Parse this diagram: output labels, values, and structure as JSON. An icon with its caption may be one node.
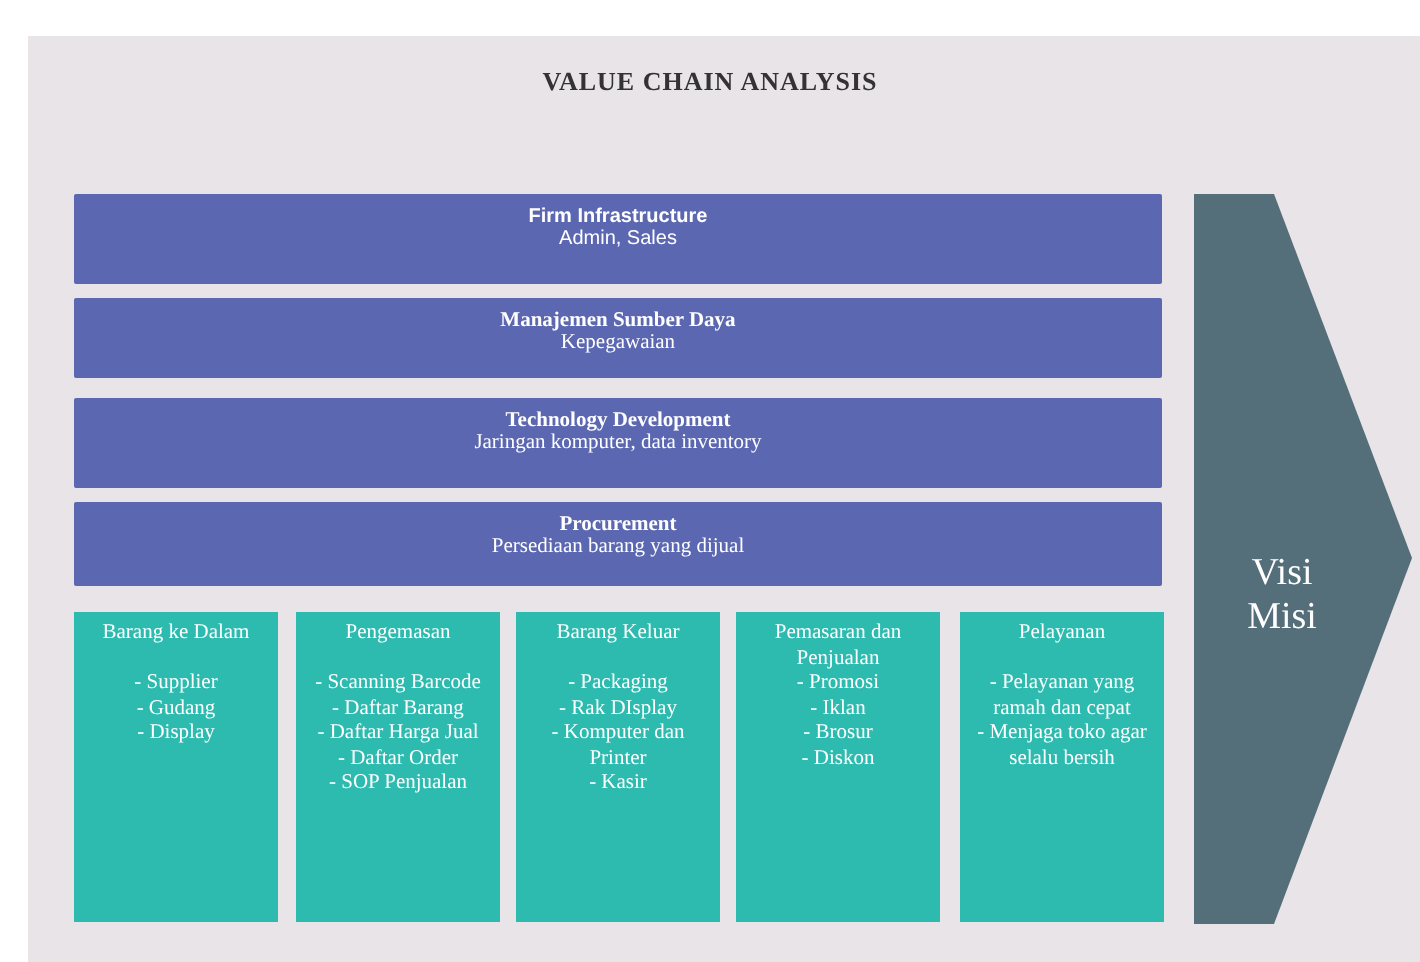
{
  "diagram": {
    "title": "VALUE CHAIN ANALYSIS",
    "nodes": [
      {
        "text": [
          "Firm Infrastructure",
          "Admin, Sales"
        ]
      },
      {
        "text": [
          "Manajemen Sumber Daya",
          "Kepegawaian"
        ]
      },
      {
        "text": [
          "Technology  Development",
          "Jaringan komputer, data inventory"
        ]
      },
      {
        "text": [
          "Procurement",
          "Persediaan barang yang dijual"
        ]
      },
      {
        "text": [
          "Barang ke Dalam",
          "- Supplier",
          "- Gudang",
          "- Display"
        ]
      },
      {
        "text": [
          "Pengemasan",
          "- Scanning Barcode",
          "- Daftar Barang",
          "- Daftar Harga Jual",
          "- Daftar Order",
          "- SOP Penjualan"
        ]
      },
      {
        "text": [
          "Barang Keluar",
          "- Packaging",
          "- Rak DIsplay",
          "- Komputer dan Printer",
          "- Kasir"
        ]
      },
      {
        "text": [
          "Pemasaran dan Penjualan",
          "- Promosi",
          "- Iklan",
          "- Brosur",
          "- Diskon"
        ]
      },
      {
        "text": [
          "Pelayanan",
          "- Pelayanan yang ramah dan cepat",
          "- Menjaga toko agar selalu bersih"
        ]
      },
      {
        "text": [
          "Visi Misi"
        ]
      }
    ]
  }
}
